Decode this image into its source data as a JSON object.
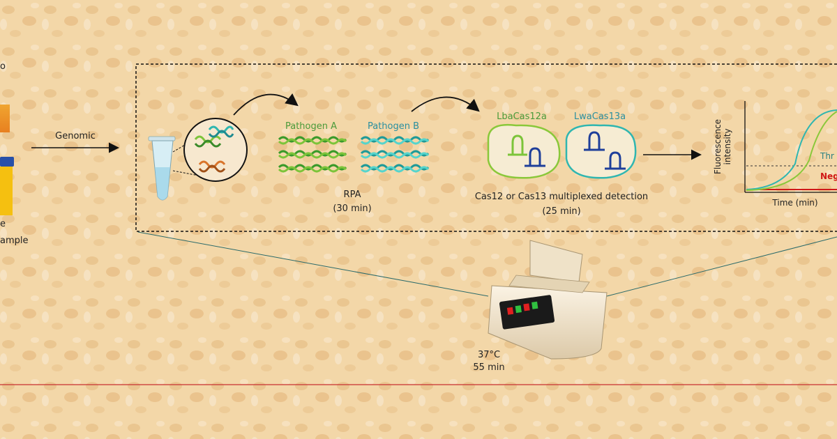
{
  "sample": {
    "label_top": "o",
    "label_line1": "e",
    "label_line2": "ample"
  },
  "extraction": {
    "label": "Genomic"
  },
  "rpa": {
    "pathogen_a": "Pathogen A",
    "pathogen_b": "Pathogen B",
    "label": "RPA",
    "time": "(30 min)"
  },
  "detection": {
    "lba": "LbaCas12a",
    "lwa": "LwaCas13a",
    "label": "Cas12 or Cas13 multiplexed detection",
    "time": "(25 min)"
  },
  "readout": {
    "ylabel_line1": "Fluorescence",
    "ylabel_line2": "intensity",
    "xlabel": "Time (min)",
    "threshold": "Thr",
    "negative": "Neg"
  },
  "device": {
    "temp": "37°C",
    "time": "55 min"
  },
  "colors": {
    "background": "#f3d7a8",
    "green": "#7cc43a",
    "teal": "#2fb6b0",
    "orange": "#d9742a",
    "navy": "#1f3f9a",
    "red": "#d01818"
  }
}
